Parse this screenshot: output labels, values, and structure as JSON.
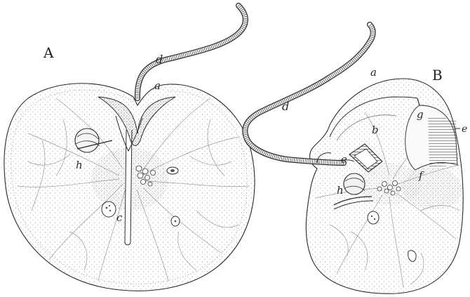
{
  "figure": {
    "panel_a": {
      "label": "A",
      "parts": {
        "a": "a",
        "c": "c",
        "d": "d",
        "h": "h"
      }
    },
    "panel_b": {
      "label": "B",
      "parts": {
        "a": "a",
        "b": "b",
        "d": "d",
        "e": "e",
        "f": "f",
        "g": "g",
        "h": "h",
        "e2": "e"
      }
    },
    "colors": {
      "ink": "#2a2a2a",
      "stipple": "#6a6a6a",
      "paper": "#ffffff"
    }
  }
}
